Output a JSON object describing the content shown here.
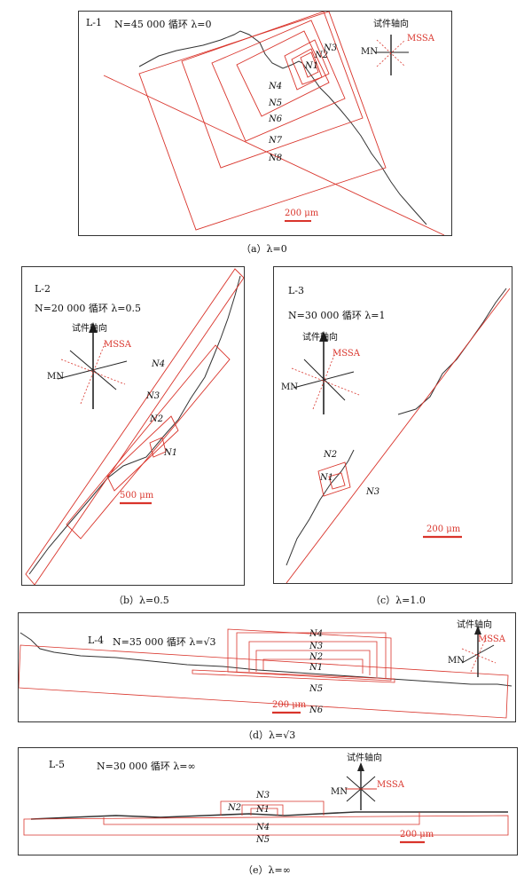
{
  "panels": [
    {
      "id": "L-1",
      "specimen": "L-1",
      "condition": "N=45 000 循环 λ=0",
      "axis_label": "试件轴向",
      "mn_label": "MN",
      "mssa_label": "MSSA",
      "scale_bar": "200 μm",
      "caption": "（a）λ=0",
      "n_labels": [
        "N1",
        "N2",
        "N3",
        "N4",
        "N5",
        "N6",
        "N7",
        "N8"
      ]
    },
    {
      "id": "L-2",
      "specimen": "L-2",
      "condition": "N=20 000 循环 λ=0.5",
      "axis_label": "试件轴向",
      "mn_label": "MN",
      "mssa_label": "MSSA",
      "scale_bar": "500 μm",
      "caption": "（b）λ=0.5",
      "n_labels": [
        "N1",
        "N2",
        "N3",
        "N4"
      ]
    },
    {
      "id": "L-3",
      "specimen": "L-3",
      "condition": "N=30 000 循环 λ=1",
      "axis_label": "试件轴向",
      "mn_label": "MN",
      "mssa_label": "MSSA",
      "scale_bar": "200 μm",
      "caption": "（c）λ=1.0",
      "n_labels": [
        "N1",
        "N2",
        "N3"
      ]
    },
    {
      "id": "L-4",
      "specimen": "L-4",
      "condition": "N=35 000 循环 λ=√3",
      "axis_label": "试件轴向",
      "mn_label": "MN",
      "mssa_label": "MSSA",
      "scale_bar": "200 μm",
      "caption": "（d）λ=√3",
      "n_labels": [
        "N1",
        "N2",
        "N3",
        "N4",
        "N5",
        "N6"
      ]
    },
    {
      "id": "L-5",
      "specimen": "L-5",
      "condition": "N=30 000 循环 λ=∞",
      "axis_label": "试件轴向",
      "mn_label": "MN",
      "mssa_label": "MSSA",
      "scale_bar": "200 μm",
      "caption": "（e）λ=∞",
      "n_labels": [
        "N1",
        "N2",
        "N3",
        "N4",
        "N5"
      ]
    }
  ],
  "colors": {
    "accent": "#d9342b",
    "crack": "#222222",
    "frame": "#333333"
  }
}
